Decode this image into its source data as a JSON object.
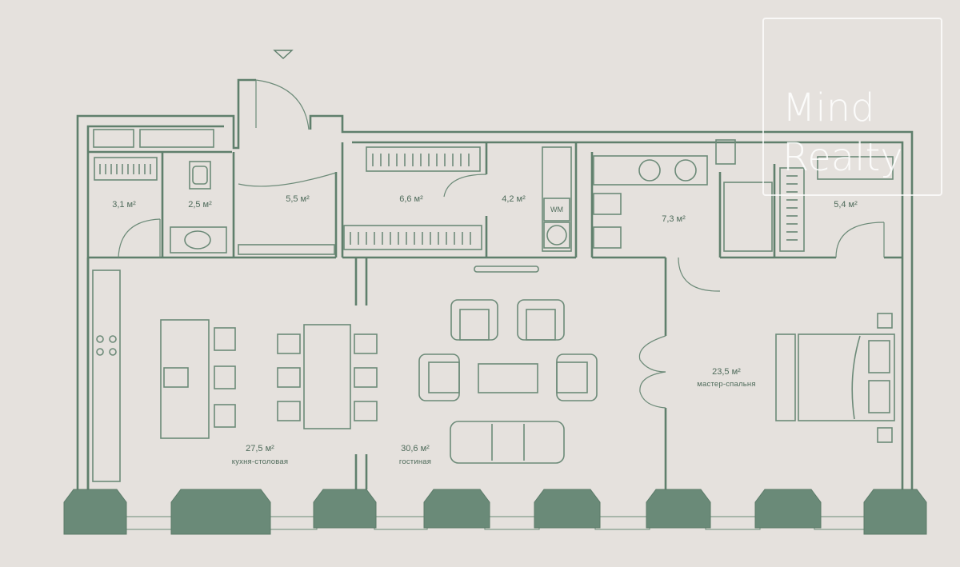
{
  "rooms": [
    {
      "id": "storage-1",
      "area": "3,1 м²"
    },
    {
      "id": "bath-1",
      "area": "2,5 м²"
    },
    {
      "id": "hall",
      "area": "5,5 м²"
    },
    {
      "id": "closet-1",
      "area": "6,6 м²"
    },
    {
      "id": "laundry",
      "area": "4,2 м²",
      "appliance_label": "WM"
    },
    {
      "id": "bath-2",
      "area": "7,3 м²"
    },
    {
      "id": "closet-2",
      "area": "5,4 м²"
    },
    {
      "id": "bedroom",
      "area": "23,5 м²",
      "name": "мастер-спальня"
    },
    {
      "id": "kitchen",
      "area": "27,5 м²",
      "name": "кухня-столовая"
    },
    {
      "id": "living",
      "area": "30,6 м²",
      "name": "гостиная"
    }
  ],
  "watermark": {
    "line1": "Mind",
    "line2": "Realty"
  },
  "colors": {
    "background": "#e5e1dd",
    "walls": "#5f7f6c",
    "columns": "#6a8a78"
  }
}
